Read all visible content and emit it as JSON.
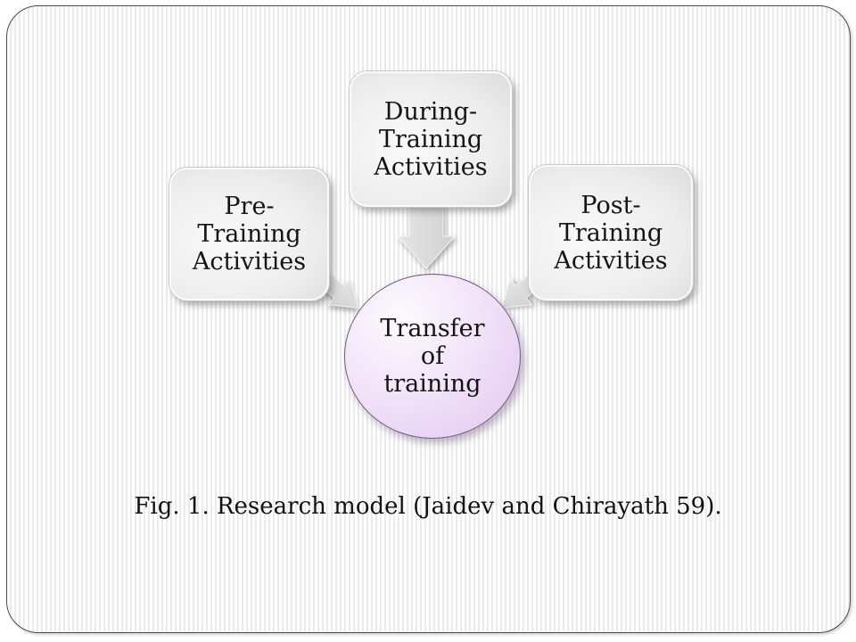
{
  "slide": {
    "frame": {
      "border_color": "#4a4a4a",
      "stripe_color": "#ebebeb",
      "background_color": "#ffffff"
    },
    "nodes": [
      {
        "id": "pre-training",
        "label": "Pre-\nTraining\nActivities"
      },
      {
        "id": "during-training",
        "label": "During-\nTraining\nActivities"
      },
      {
        "id": "post-training",
        "label": "Post-\nTraining\nActivities"
      }
    ],
    "center": {
      "label": "Transfer\nof\ntraining",
      "fill_light": "#fdfafe",
      "fill_dark": "#e0c6ee",
      "border_color": "#6f5a7d"
    },
    "arrows": {
      "fill_light": "#e4e4e4",
      "fill_dark": "#d2d2d2"
    },
    "node_fill_light": "#fafafa",
    "node_fill_dark": "#dcdcdc",
    "text_color": "#141414",
    "caption": "Fig. 1. Research model (Jaidev and Chirayath 59)."
  }
}
